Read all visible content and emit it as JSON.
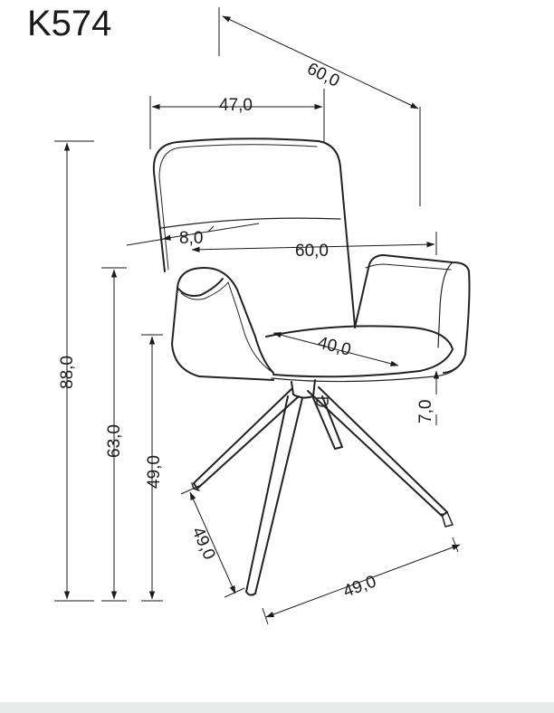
{
  "product": {
    "model": "K574"
  },
  "dimensions": {
    "depth_total": "60,0",
    "width_top": "47,0",
    "width_arms": "60,0",
    "headrest_depth": "8,0",
    "seat_depth": "40,0",
    "seat_thickness": "7,0",
    "height_total": "88,0",
    "height_armrest": "63,0",
    "height_seat": "49,0",
    "base_side": "49,0",
    "base_front": "49,0"
  }
}
